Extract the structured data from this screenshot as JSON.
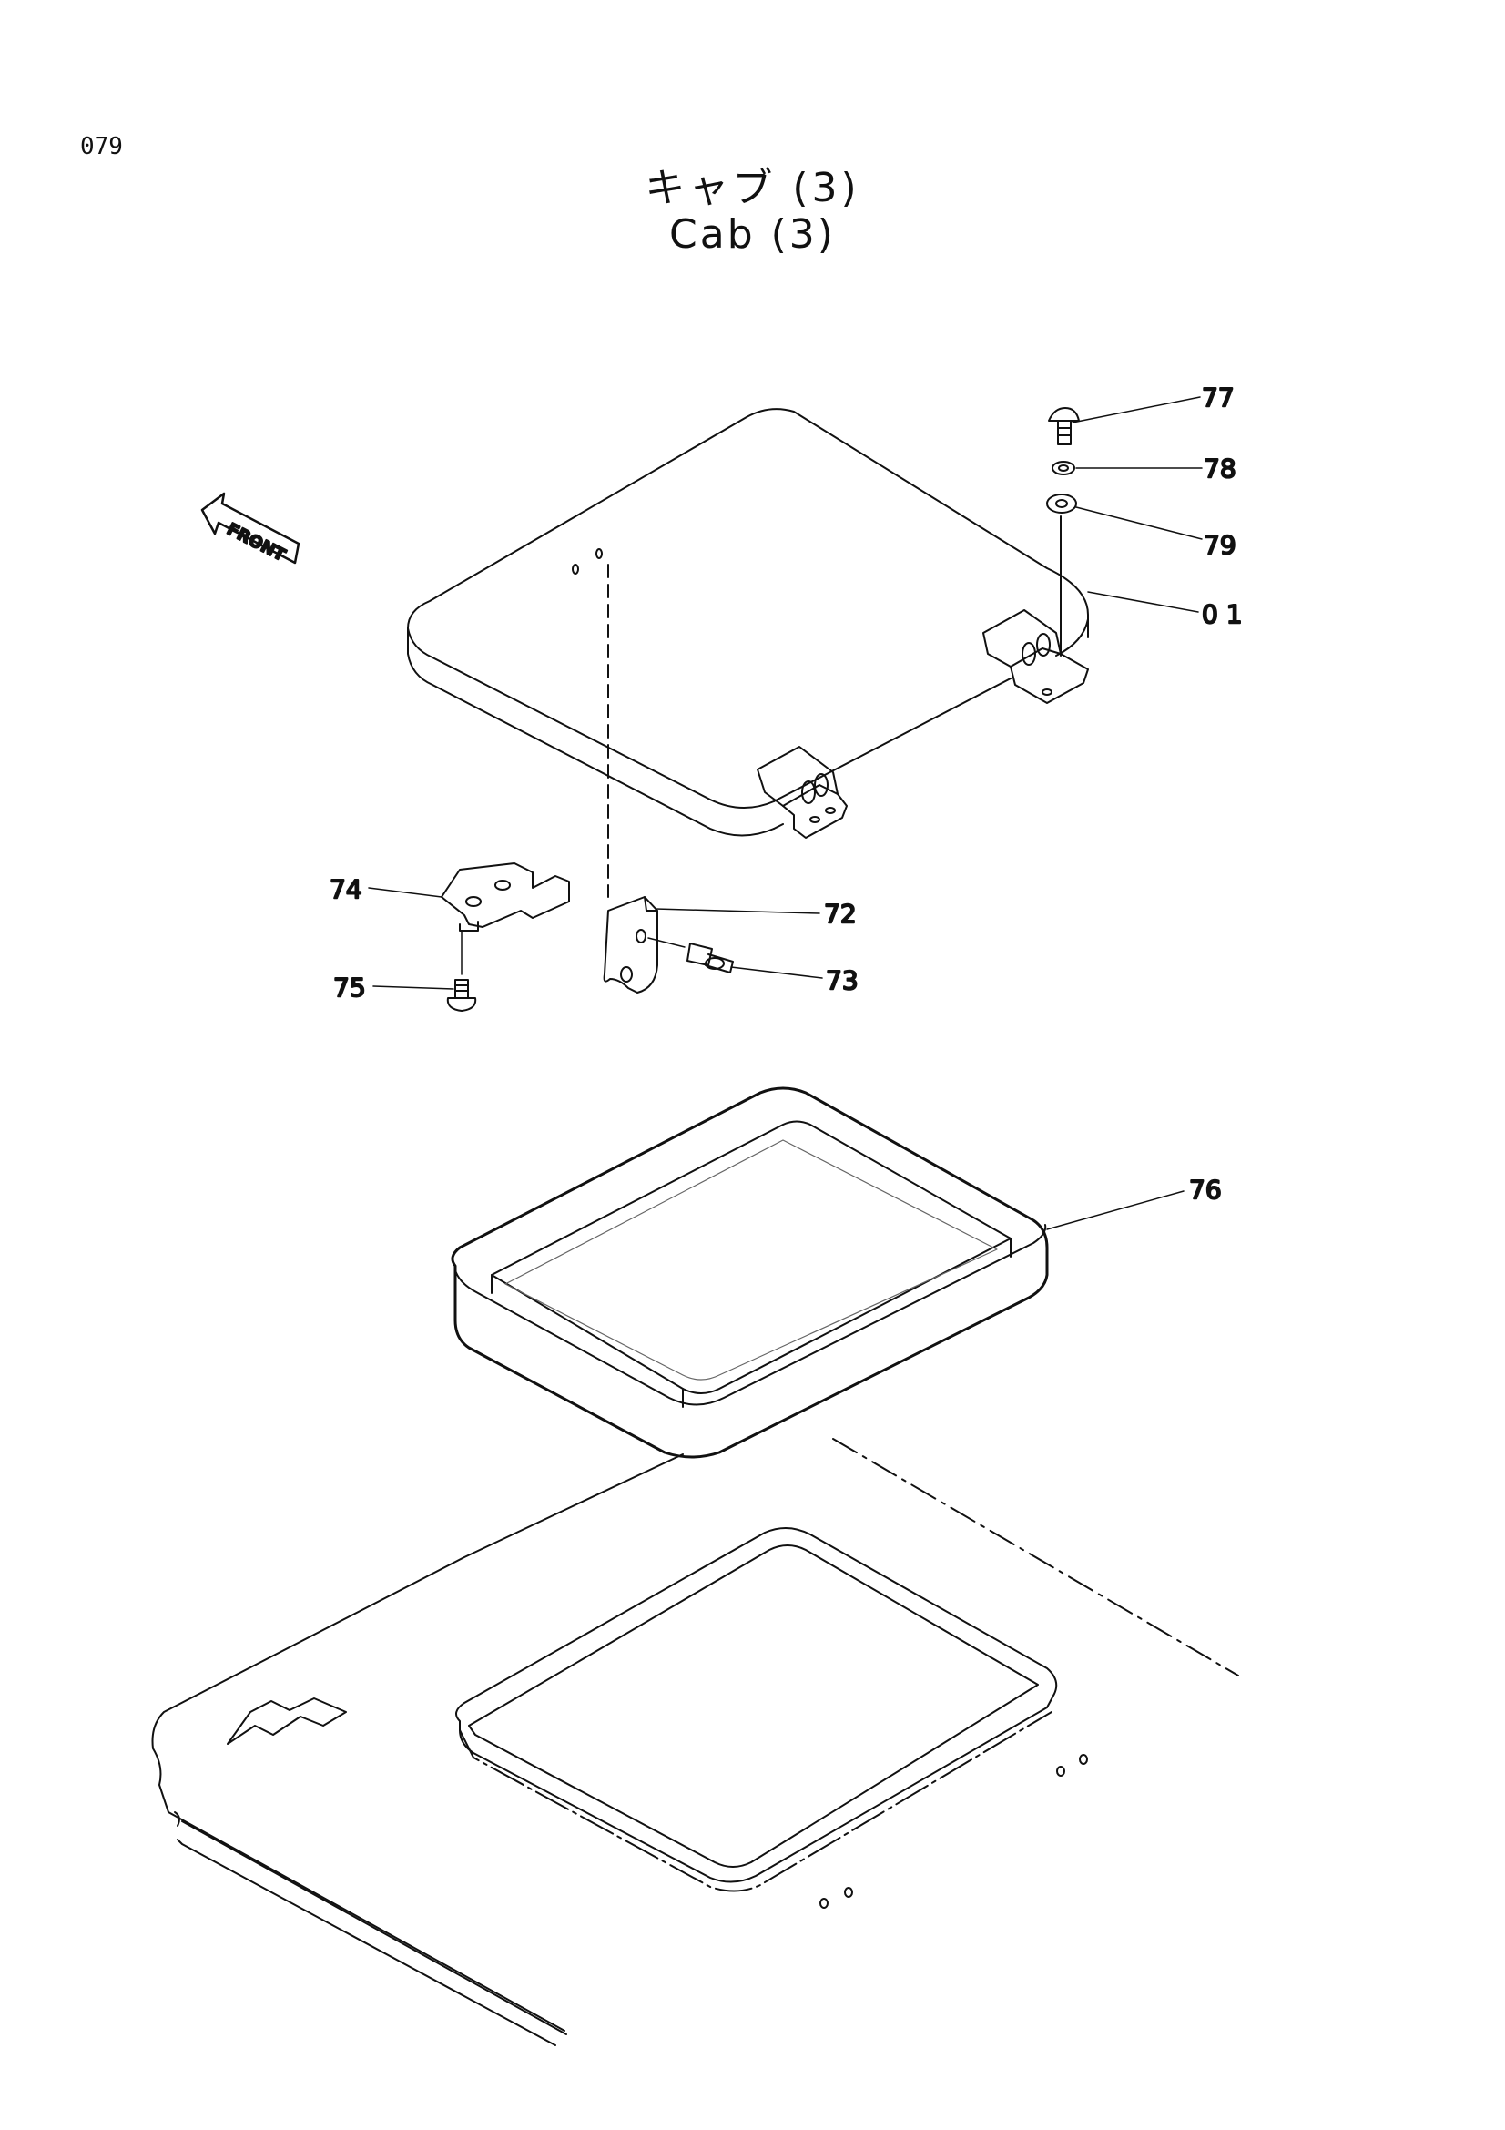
{
  "page_number": "079",
  "title_ja": "キャブ (3)",
  "title_en": "Cab (3)",
  "front_label": "FRONT",
  "callouts": {
    "c01": "0 1",
    "c72": "72",
    "c73": "73",
    "c74": "74",
    "c75": "75",
    "c76": "76",
    "c77": "77",
    "c78": "78",
    "c79": "79"
  }
}
